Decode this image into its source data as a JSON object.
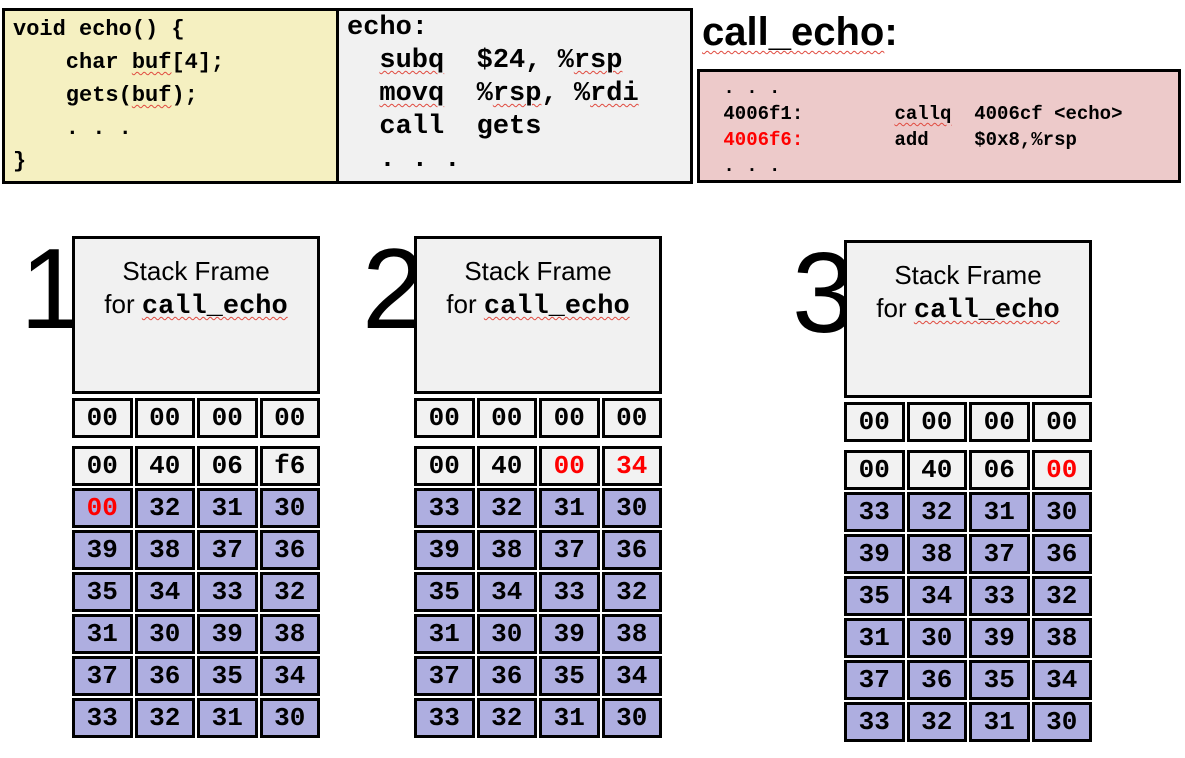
{
  "colors": {
    "c_box_bg": "#f5f0c1",
    "asm_box_bg": "#f1f1f1",
    "disasm_box_bg": "#edcaca",
    "frame_bg": "#f1f1f1",
    "byte_gray": "#f2f2f2",
    "byte_purple": "#aeaee0",
    "red": "#ff0000",
    "squiggle_red": "#e04a3f"
  },
  "c_box": {
    "lines": [
      [
        {
          "t": "void echo() {"
        }
      ],
      [
        {
          "t": "    char "
        },
        {
          "t": "buf",
          "u": true
        },
        {
          "t": "[4];"
        }
      ],
      [
        {
          "t": "    gets("
        },
        {
          "t": "buf",
          "u": true
        },
        {
          "t": ");"
        }
      ],
      [
        {
          "t": "    . . ."
        }
      ],
      [
        {
          "t": "}"
        }
      ]
    ]
  },
  "asm_box": {
    "lines": [
      [
        {
          "t": "echo:"
        }
      ],
      [
        {
          "t": "  "
        },
        {
          "t": "subq",
          "u": true
        },
        {
          "t": "  $24, %"
        },
        {
          "t": "rsp",
          "u": true
        }
      ],
      [
        {
          "t": "  "
        },
        {
          "t": "movq",
          "u": true
        },
        {
          "t": "  %"
        },
        {
          "t": "rsp",
          "u": true
        },
        {
          "t": ", %"
        },
        {
          "t": "rdi",
          "u": true
        }
      ],
      [
        {
          "t": "  call  gets"
        }
      ],
      [
        {
          "t": "  . . ."
        }
      ]
    ]
  },
  "call_echo": {
    "heading_word": "call_echo",
    "heading_colon": ":",
    "lines": [
      [
        {
          "t": " . . ."
        }
      ],
      [
        {
          "t": " 4006f1:        "
        },
        {
          "t": "callq",
          "u": true
        },
        {
          "t": "  4006cf <echo>"
        }
      ],
      [
        {
          "t": " "
        },
        {
          "t": "4006f6:",
          "red": true
        },
        {
          "t": "        add    $0x8,%rsp"
        }
      ],
      [
        {
          "t": " . . ."
        }
      ]
    ]
  },
  "diagrams": [
    {
      "number": "1",
      "frame_title": "Stack Frame",
      "frame_for": "for ",
      "frame_func": "call_echo",
      "rows": [
        {
          "bg": "gray",
          "cells": [
            {
              "t": "00"
            },
            {
              "t": "00"
            },
            {
              "t": "00"
            },
            {
              "t": "00"
            }
          ]
        },
        {
          "bg": "gray",
          "cells": [
            {
              "t": "00"
            },
            {
              "t": "40"
            },
            {
              "t": "06"
            },
            {
              "t": "f6"
            }
          ]
        },
        {
          "bg": "purple",
          "cells": [
            {
              "t": "00",
              "red": true
            },
            {
              "t": "32"
            },
            {
              "t": "31"
            },
            {
              "t": "30"
            }
          ]
        },
        {
          "bg": "purple",
          "cells": [
            {
              "t": "39"
            },
            {
              "t": "38"
            },
            {
              "t": "37"
            },
            {
              "t": "36"
            }
          ]
        },
        {
          "bg": "purple",
          "cells": [
            {
              "t": "35"
            },
            {
              "t": "34"
            },
            {
              "t": "33"
            },
            {
              "t": "32"
            }
          ]
        },
        {
          "bg": "purple",
          "cells": [
            {
              "t": "31"
            },
            {
              "t": "30"
            },
            {
              "t": "39"
            },
            {
              "t": "38"
            }
          ]
        },
        {
          "bg": "purple",
          "cells": [
            {
              "t": "37"
            },
            {
              "t": "36"
            },
            {
              "t": "35"
            },
            {
              "t": "34"
            }
          ]
        },
        {
          "bg": "purple",
          "cells": [
            {
              "t": "33"
            },
            {
              "t": "32"
            },
            {
              "t": "31"
            },
            {
              "t": "30"
            }
          ]
        }
      ]
    },
    {
      "number": "2",
      "frame_title": "Stack Frame",
      "frame_for": "for ",
      "frame_func": "call_echo",
      "rows": [
        {
          "bg": "gray",
          "cells": [
            {
              "t": "00"
            },
            {
              "t": "00"
            },
            {
              "t": "00"
            },
            {
              "t": "00"
            }
          ]
        },
        {
          "bg": "gray",
          "cells": [
            {
              "t": "00"
            },
            {
              "t": "40"
            },
            {
              "t": "00",
              "red": true
            },
            {
              "t": "34",
              "red": true
            }
          ]
        },
        {
          "bg": "purple",
          "cells": [
            {
              "t": "33"
            },
            {
              "t": "32"
            },
            {
              "t": "31"
            },
            {
              "t": "30"
            }
          ]
        },
        {
          "bg": "purple",
          "cells": [
            {
              "t": "39"
            },
            {
              "t": "38"
            },
            {
              "t": "37"
            },
            {
              "t": "36"
            }
          ]
        },
        {
          "bg": "purple",
          "cells": [
            {
              "t": "35"
            },
            {
              "t": "34"
            },
            {
              "t": "33"
            },
            {
              "t": "32"
            }
          ]
        },
        {
          "bg": "purple",
          "cells": [
            {
              "t": "31"
            },
            {
              "t": "30"
            },
            {
              "t": "39"
            },
            {
              "t": "38"
            }
          ]
        },
        {
          "bg": "purple",
          "cells": [
            {
              "t": "37"
            },
            {
              "t": "36"
            },
            {
              "t": "35"
            },
            {
              "t": "34"
            }
          ]
        },
        {
          "bg": "purple",
          "cells": [
            {
              "t": "33"
            },
            {
              "t": "32"
            },
            {
              "t": "31"
            },
            {
              "t": "30"
            }
          ]
        }
      ]
    },
    {
      "number": "3",
      "frame_title": "Stack Frame",
      "frame_for": "for ",
      "frame_func": "call_echo",
      "rows": [
        {
          "bg": "gray",
          "cells": [
            {
              "t": "00"
            },
            {
              "t": "00"
            },
            {
              "t": "00"
            },
            {
              "t": "00"
            }
          ]
        },
        {
          "bg": "gray",
          "cells": [
            {
              "t": "00"
            },
            {
              "t": "40"
            },
            {
              "t": "06"
            },
            {
              "t": "00",
              "red": true
            }
          ]
        },
        {
          "bg": "purple",
          "cells": [
            {
              "t": "33"
            },
            {
              "t": "32"
            },
            {
              "t": "31"
            },
            {
              "t": "30"
            }
          ]
        },
        {
          "bg": "purple",
          "cells": [
            {
              "t": "39"
            },
            {
              "t": "38"
            },
            {
              "t": "37"
            },
            {
              "t": "36"
            }
          ]
        },
        {
          "bg": "purple",
          "cells": [
            {
              "t": "35"
            },
            {
              "t": "34"
            },
            {
              "t": "33"
            },
            {
              "t": "32"
            }
          ]
        },
        {
          "bg": "purple",
          "cells": [
            {
              "t": "31"
            },
            {
              "t": "30"
            },
            {
              "t": "39"
            },
            {
              "t": "38"
            }
          ]
        },
        {
          "bg": "purple",
          "cells": [
            {
              "t": "37"
            },
            {
              "t": "36"
            },
            {
              "t": "35"
            },
            {
              "t": "34"
            }
          ]
        },
        {
          "bg": "purple",
          "cells": [
            {
              "t": "33"
            },
            {
              "t": "32"
            },
            {
              "t": "31"
            },
            {
              "t": "30"
            }
          ]
        }
      ]
    }
  ]
}
